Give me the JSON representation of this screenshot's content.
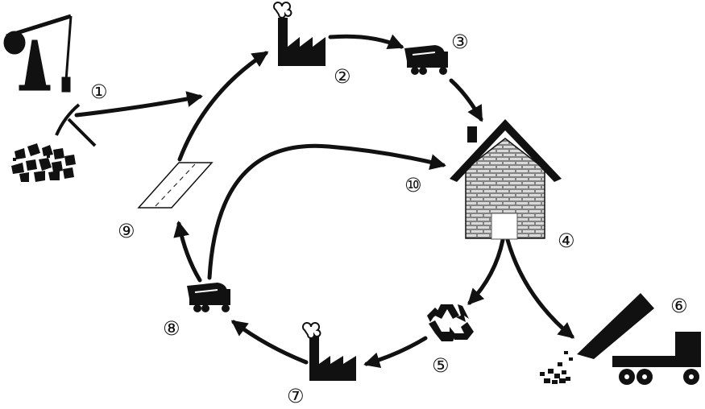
{
  "colors": {
    "ink": "#111111",
    "brick": "#cccccc",
    "background": "#ffffff"
  },
  "icons": {
    "oil_pump": "oil-pumpjack-icon",
    "pickaxe": "pickaxe-icon",
    "rocks": "rock-pile-icon",
    "factory": "factory-icon",
    "mixer_truck": "cement-mixer-truck-icon",
    "house": "brick-house-icon",
    "recycle": "recycle-icon",
    "dump_truck": "dump-truck-icon",
    "road": "road-icon"
  },
  "steps": {
    "s1": "①",
    "s2": "②",
    "s3": "③",
    "s4": "④",
    "s5": "⑤",
    "s6": "⑥",
    "s7": "⑦",
    "s8": "⑧",
    "s9": "⑨",
    "s10": "⑩"
  }
}
